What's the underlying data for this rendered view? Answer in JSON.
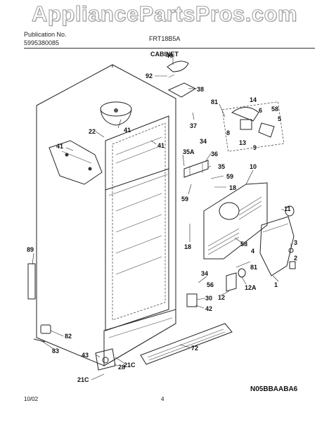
{
  "header": {
    "watermark": "AppliancePartsPros.com",
    "publication_label": "Publication No.",
    "publication_number": "5995380085",
    "model": "FRT18B5A",
    "section_title": "CABINET"
  },
  "footer": {
    "date": "10/02",
    "page": "4",
    "diagram_code": "N05BBAABA6"
  },
  "part_labels": [
    {
      "key": "p40",
      "text": "40"
    },
    {
      "key": "p92",
      "text": "92"
    },
    {
      "key": "p38",
      "text": "38"
    },
    {
      "key": "p81a",
      "text": "81"
    },
    {
      "key": "p14",
      "text": "14"
    },
    {
      "key": "p6",
      "text": "6"
    },
    {
      "key": "p58a",
      "text": "58"
    },
    {
      "key": "p5",
      "text": "5"
    },
    {
      "key": "p8",
      "text": "8"
    },
    {
      "key": "p13",
      "text": "13"
    },
    {
      "key": "p9",
      "text": "9"
    },
    {
      "key": "p37",
      "text": "37"
    },
    {
      "key": "p41a",
      "text": "41"
    },
    {
      "key": "p22",
      "text": "22"
    },
    {
      "key": "p41b",
      "text": "41"
    },
    {
      "key": "p41c",
      "text": "41"
    },
    {
      "key": "p34a",
      "text": "34"
    },
    {
      "key": "p35A",
      "text": "35A"
    },
    {
      "key": "p36",
      "text": "36"
    },
    {
      "key": "p10",
      "text": "10"
    },
    {
      "key": "p35",
      "text": "35"
    },
    {
      "key": "p59a",
      "text": "59"
    },
    {
      "key": "p18a",
      "text": "18"
    },
    {
      "key": "p59b",
      "text": "59"
    },
    {
      "key": "p11",
      "text": "11"
    },
    {
      "key": "p89",
      "text": "89"
    },
    {
      "key": "p18b",
      "text": "18"
    },
    {
      "key": "p58b",
      "text": "58"
    },
    {
      "key": "p4",
      "text": "4"
    },
    {
      "key": "p3",
      "text": "3"
    },
    {
      "key": "p2",
      "text": "2"
    },
    {
      "key": "p81b",
      "text": "81"
    },
    {
      "key": "p1",
      "text": "1"
    },
    {
      "key": "p34b",
      "text": "34"
    },
    {
      "key": "p56",
      "text": "56"
    },
    {
      "key": "p12A",
      "text": "12A"
    },
    {
      "key": "p12",
      "text": "12"
    },
    {
      "key": "p30",
      "text": "30"
    },
    {
      "key": "p42",
      "text": "42"
    },
    {
      "key": "p82",
      "text": "82"
    },
    {
      "key": "p83",
      "text": "83"
    },
    {
      "key": "p21Ca",
      "text": "21C"
    },
    {
      "key": "p72",
      "text": "72"
    },
    {
      "key": "p43",
      "text": "43"
    },
    {
      "key": "p28",
      "text": "28"
    },
    {
      "key": "p21Cb",
      "text": "21C"
    }
  ]
}
